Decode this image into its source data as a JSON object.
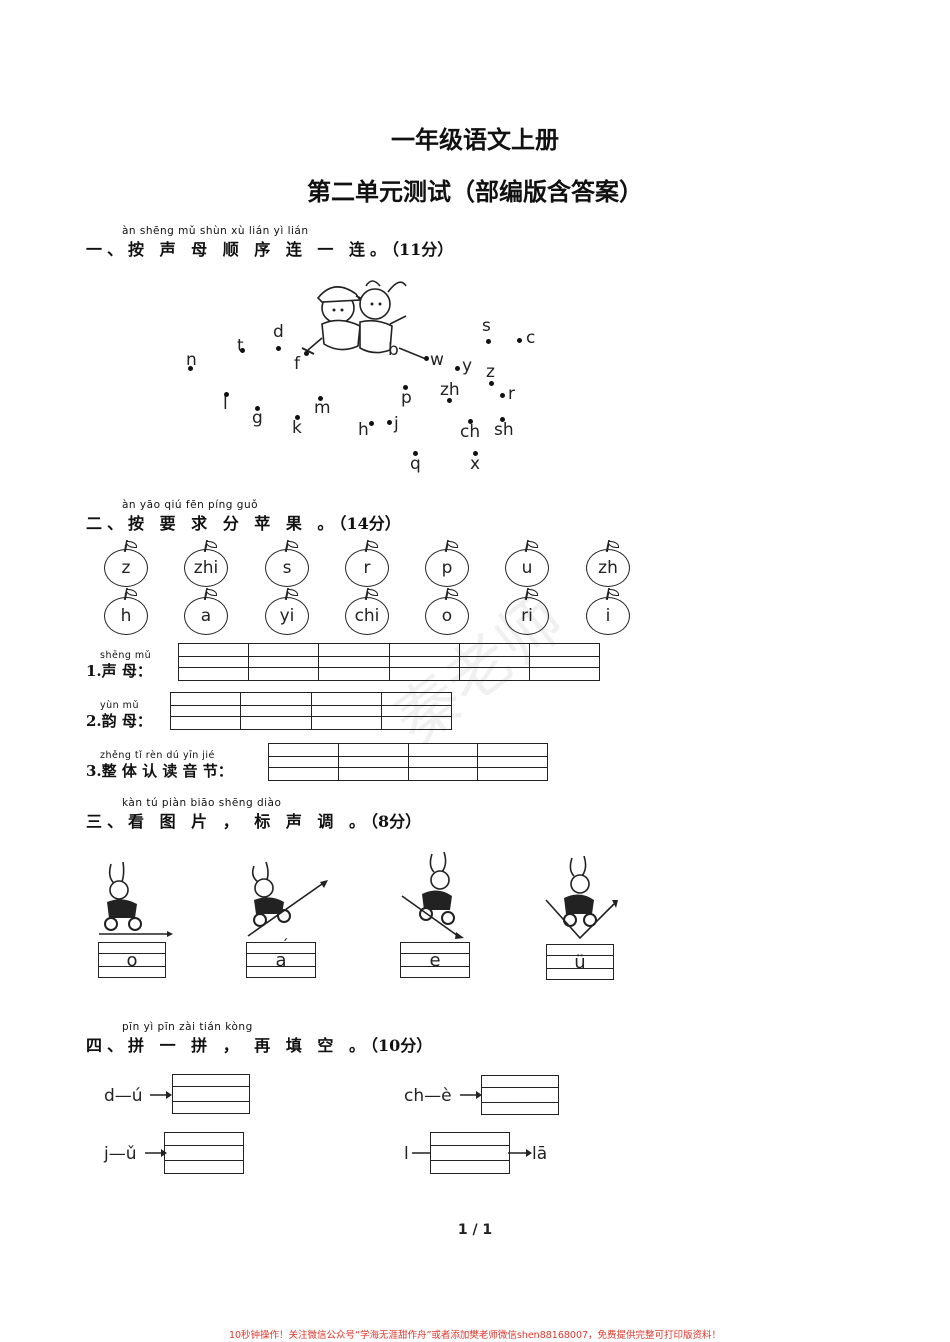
{
  "title": "一年级语文上册",
  "subtitle": "第二单元测试（部编版含答案）",
  "section1": {
    "pinyin": "àn shēng mǔ shùn xù lián yì lián",
    "label": "一、按 声 母 顺 序 连 一 连。",
    "points": "（11分）",
    "letters": [
      "n",
      "t",
      "d",
      "f",
      "b",
      "w",
      "y",
      "z",
      "s",
      "c",
      "l",
      "g",
      "k",
      "m",
      "h",
      "j",
      "p",
      "zh",
      "r",
      "ch",
      "sh",
      "q",
      "x"
    ]
  },
  "section2": {
    "pinyin": "àn yāo qiú fēn píng guǒ",
    "label": "二、按 要 求 分 苹 果 。",
    "points": "（14分）",
    "apples_row1": [
      "z",
      "zhi",
      "s",
      "r",
      "p",
      "u",
      "zh"
    ],
    "apples_row2": [
      "h",
      "a",
      "yi",
      "chi",
      "o",
      "ri",
      "i"
    ],
    "sub1_pinyin": "shēng mǔ",
    "sub1": "1.声 母：",
    "sub2_pinyin": "yùn mǔ",
    "sub2": "2.韵 母：",
    "sub3_pinyin": "zhěng tǐ rèn dú yīn jié",
    "sub3": "3.整 体 认 读 音 节："
  },
  "section3": {
    "pinyin": "kàn tú piàn   biāo shēng diào",
    "label": "三、看 图 片 ， 标 声 调 。",
    "points": "（8分）",
    "boxes": [
      "o",
      "a",
      "e",
      "ü"
    ],
    "tones": [
      "",
      "ˊ",
      "",
      ""
    ]
  },
  "section4": {
    "pinyin": "pīn yì pīn   zài tián kòng",
    "label": "四、拼 一 拼 ， 再 填 空 。",
    "points": "（10分）",
    "items": [
      "d—ú",
      "ch—è",
      "j—ǔ",
      "l",
      "lā"
    ]
  },
  "page_number": "1 / 1",
  "watermark": "秦老师",
  "footer": "10秒钟操作！关注微信公众号“学海无涯甜作舟”或者添加樊老师微信shen88168007，免费提供完整可打印版资料！"
}
